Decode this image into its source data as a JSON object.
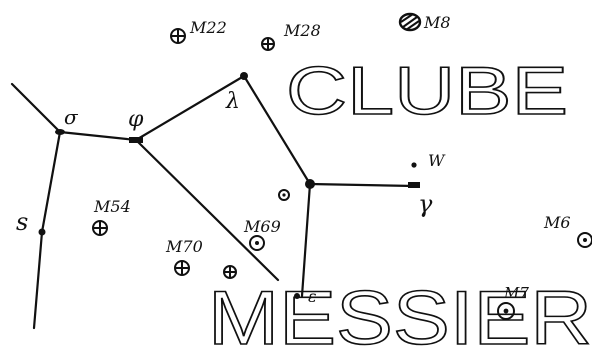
{
  "title": {
    "line1": "CLUBE",
    "line2": "MESSIER"
  },
  "stars": {
    "sigma": "σ",
    "phi": "φ",
    "lambda": "λ",
    "s": "s",
    "gamma": "γ",
    "w": "W",
    "epsilon": "ε"
  },
  "objects": {
    "m22": "M22",
    "m28": "M28",
    "m8": "M8",
    "m54": "M54",
    "m70": "M70",
    "m69": "M69",
    "m6": "M6",
    "m7": "M7"
  },
  "colors": {
    "ink": "#111111",
    "background": "#ffffff"
  }
}
